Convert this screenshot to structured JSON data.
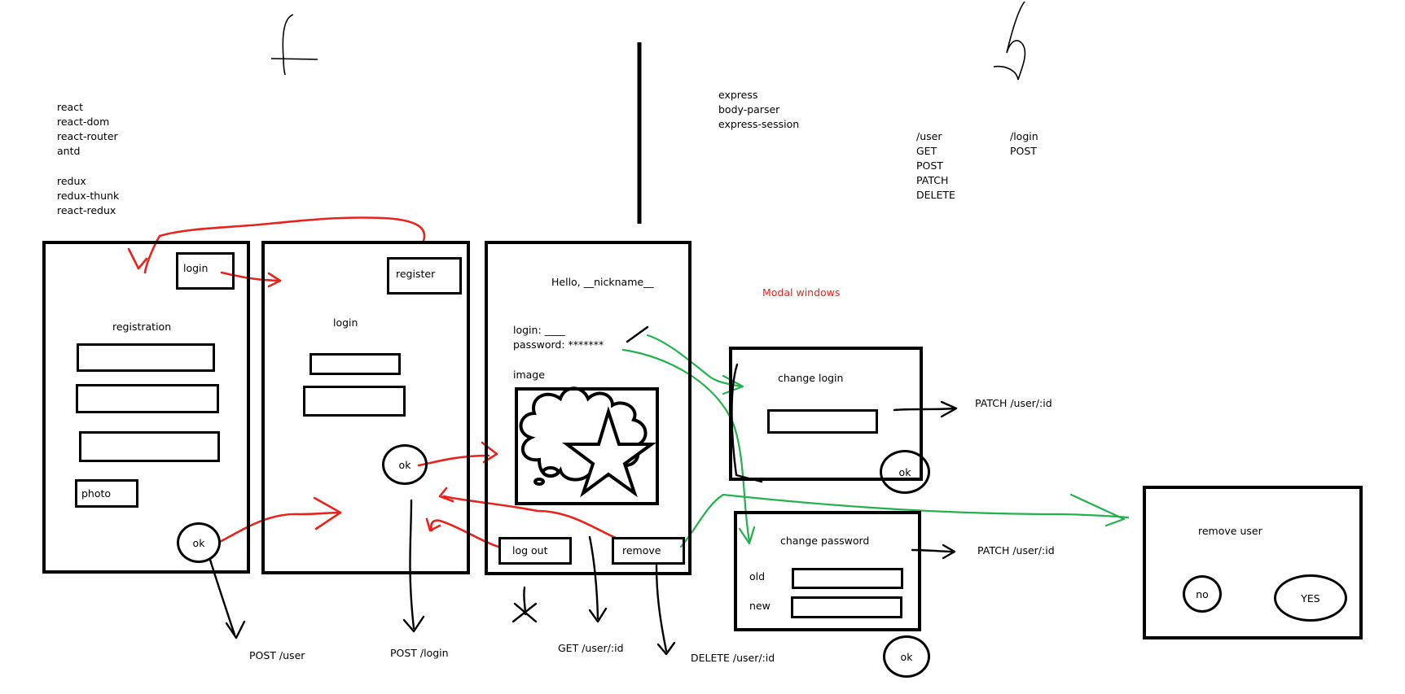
{
  "frontend_mark": "f",
  "backend_mark": "b",
  "frontend_libs": [
    "react",
    "react-dom",
    "react-router",
    "antd"
  ],
  "redux_libs": [
    "redux",
    "redux-thunk",
    "react-redux"
  ],
  "backend_libs": [
    "express",
    "body-parser",
    "express-session"
  ],
  "routes": {
    "user": {
      "path": "/user",
      "methods": [
        "GET",
        "POST",
        "PATCH",
        "DELETE"
      ]
    },
    "login": {
      "path": "/login",
      "methods": [
        "POST"
      ]
    }
  },
  "registration": {
    "login_btn": "login",
    "title": "registration",
    "photo_btn": "photo",
    "ok_btn": "ok",
    "endpoint": "POST /user"
  },
  "login_screen": {
    "register_btn": "register",
    "title": "login",
    "ok_btn": "ok",
    "endpoint": "POST /login"
  },
  "profile": {
    "greeting": "Hello, __nickname__",
    "login_line": "login:  ____",
    "password_line": "password: *******",
    "image_label": "image",
    "logout_btn": "log out",
    "remove_btn": "remove",
    "get_endpoint": "GET /user/:id",
    "delete_endpoint": "DELETE /user/:id"
  },
  "modal_title": "Modal windows",
  "change_login": {
    "title": "change login",
    "ok_btn": "ok",
    "endpoint": "PATCH /user/:id"
  },
  "change_password": {
    "title": "change password",
    "old_label": "old",
    "new_label": "new",
    "ok_btn": "ok",
    "endpoint": "PATCH /user/:id"
  },
  "remove_user": {
    "title": "remove user",
    "no_btn": "no",
    "yes_btn": "YES"
  },
  "colors": {
    "flow_red": "#e8231c",
    "flow_green": "#22b14c",
    "ink": "#000000"
  }
}
